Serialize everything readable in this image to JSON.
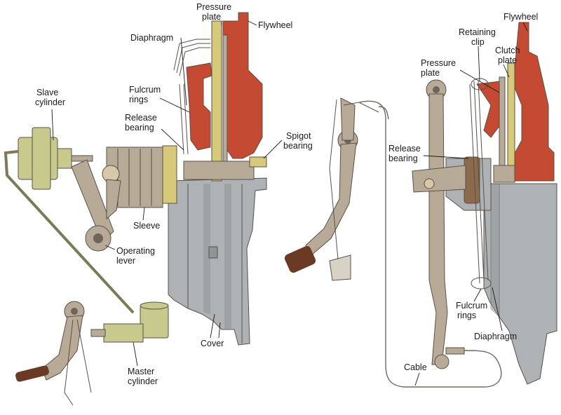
{
  "colors": {
    "flywheel_red": "#c44a32",
    "cover_grey": "#aeb2b4",
    "cover_grey_dark": "#8f9597",
    "linkage_tan": "#b7ab98",
    "hydraulic_green": "#c8c98c",
    "friction_yellow": "#d7c97a",
    "pedal_pad": "#6b3a24",
    "text": "#1a1a1a"
  },
  "left_diagram": {
    "labels": {
      "pressure_plate": [
        "Pressure",
        "plate"
      ],
      "flywheel": "Flywheel",
      "diaphragm": "Diaphragm",
      "fulcrum_rings": [
        "Fulcrum",
        "rings"
      ],
      "release_bearing": [
        "Release",
        "bearing"
      ],
      "slave_cylinder": [
        "Slave",
        "cylinder"
      ],
      "spigot_bearing": [
        "Spigot",
        "bearing"
      ],
      "sleeve": "Sleeve",
      "operating_lever": [
        "Operating",
        "lever"
      ],
      "cover": "Cover",
      "master_cylinder": [
        "Master",
        "cylinder"
      ]
    }
  },
  "right_diagram": {
    "labels": {
      "flywheel": "Flywheel",
      "retaining_clip": [
        "Retaining",
        "clip"
      ],
      "clutch_plate": [
        "Clutch",
        "plate"
      ],
      "pressure_plate": [
        "Pressure",
        "plate"
      ],
      "release_bearing": [
        "Release",
        "bearing"
      ],
      "fulcrum_rings": [
        "Fulcrum",
        "rings"
      ],
      "diaphragm": "Diaphragm",
      "cable": "Cable"
    }
  }
}
